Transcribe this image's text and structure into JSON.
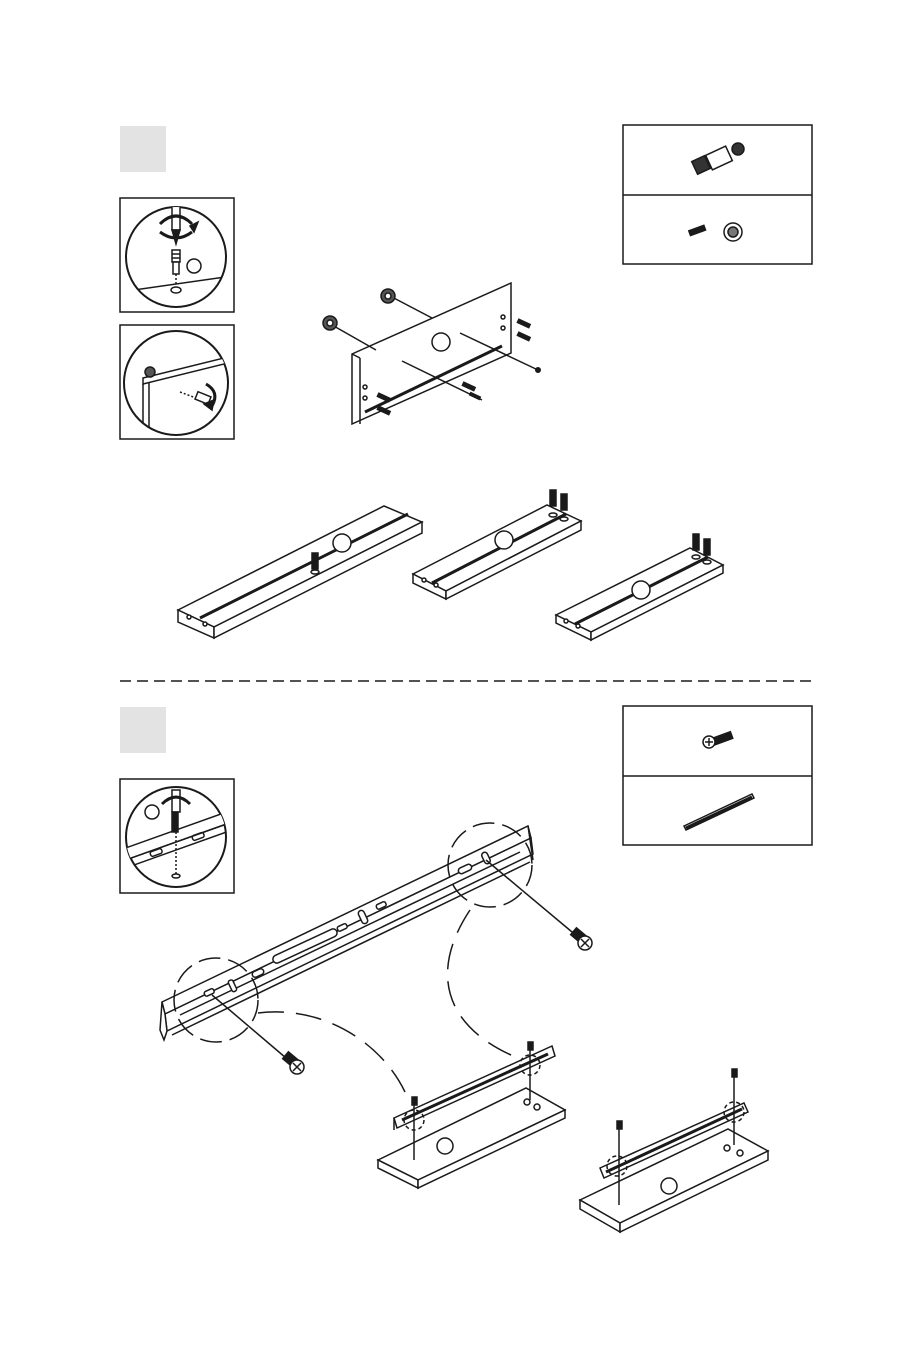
{
  "page": {
    "background": "#ffffff",
    "ink": "#1a1a1a",
    "step_badge_fill": "#e3e3e3"
  },
  "steps": [
    {
      "step_number": "",
      "detail_insets": [
        "cam-bolt-insertion-detail",
        "cam-lock-tightening-detail"
      ],
      "parts_legend": [
        {
          "icon": "cam-bolt-icon",
          "qty_label": ""
        },
        {
          "icon": "screw-and-cam-lock-icon",
          "qty_label": ""
        }
      ]
    },
    {
      "step_number": "",
      "detail_insets": [
        "drawer-runner-screw-detail"
      ],
      "parts_legend": [
        {
          "icon": "wood-screw-icon",
          "qty_label": ""
        },
        {
          "icon": "drawer-runner-icon",
          "qty_label": ""
        }
      ]
    }
  ]
}
